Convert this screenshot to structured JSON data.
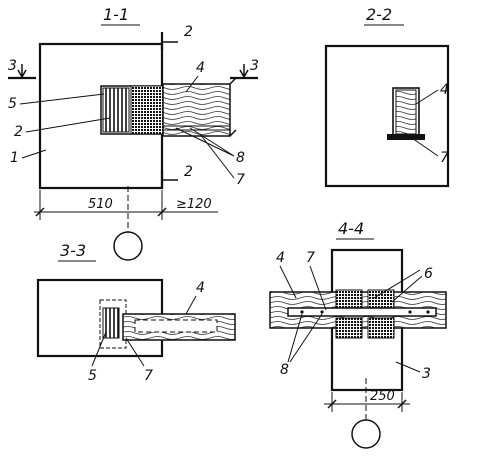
{
  "views": {
    "s11": {
      "title": "1-1",
      "cut_top": "2",
      "cut_bottom": "2",
      "side_left": "3",
      "side_right": "3",
      "callouts": [
        "4",
        "5",
        "2",
        "1",
        "8",
        "7"
      ],
      "dim_wall": "510",
      "dim_bearing": "≥120"
    },
    "s22": {
      "title": "2-2",
      "callouts": [
        "4",
        "7"
      ]
    },
    "s33": {
      "title": "3-3",
      "callouts": [
        "4",
        "5",
        "7"
      ]
    },
    "s44": {
      "title": "4-4",
      "callouts": [
        "4",
        "7",
        "6",
        "8",
        "3"
      ],
      "dim": "250"
    }
  }
}
